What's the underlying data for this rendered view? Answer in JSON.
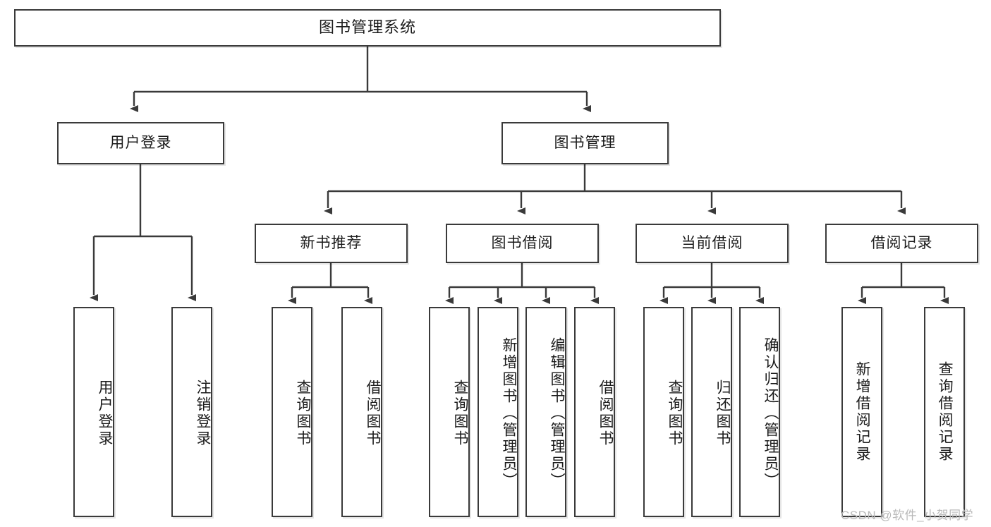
{
  "diagram": {
    "title": "图书管理系统",
    "type": "hierarchy-tree",
    "root": {
      "label": "图书管理系统"
    },
    "level2": [
      {
        "label": "用户登录"
      },
      {
        "label": "图书管理"
      }
    ],
    "level3": [
      {
        "label": "新书推荐"
      },
      {
        "label": "图书借阅"
      },
      {
        "label": "当前借阅"
      },
      {
        "label": "借阅记录"
      }
    ],
    "leaves": {
      "user_login": [
        {
          "label": "用户登录"
        },
        {
          "label": "注销登录"
        }
      ],
      "new_book_recommend": [
        {
          "label": "查询图书"
        },
        {
          "label": "借阅图书"
        }
      ],
      "book_borrow": [
        {
          "label": "查询图书"
        },
        {
          "label": "新增图书（管理员）"
        },
        {
          "label": "编辑图书（管理员）"
        },
        {
          "label": "借阅图书"
        }
      ],
      "current_borrow": [
        {
          "label": "查询图书"
        },
        {
          "label": "归还图书"
        },
        {
          "label": "确认归还（管理员）"
        }
      ],
      "borrow_record": [
        {
          "label": "新增借阅记录"
        },
        {
          "label": "查询借阅记录"
        }
      ]
    }
  },
  "watermark": {
    "text": "CSDN @软件_小贺同学"
  },
  "colors": {
    "stroke": "#3a3a3a",
    "box_fill": "#ffffff",
    "text": "#1b1b1b",
    "watermark": "#b9b9b9",
    "page_background": "#ffffff"
  }
}
